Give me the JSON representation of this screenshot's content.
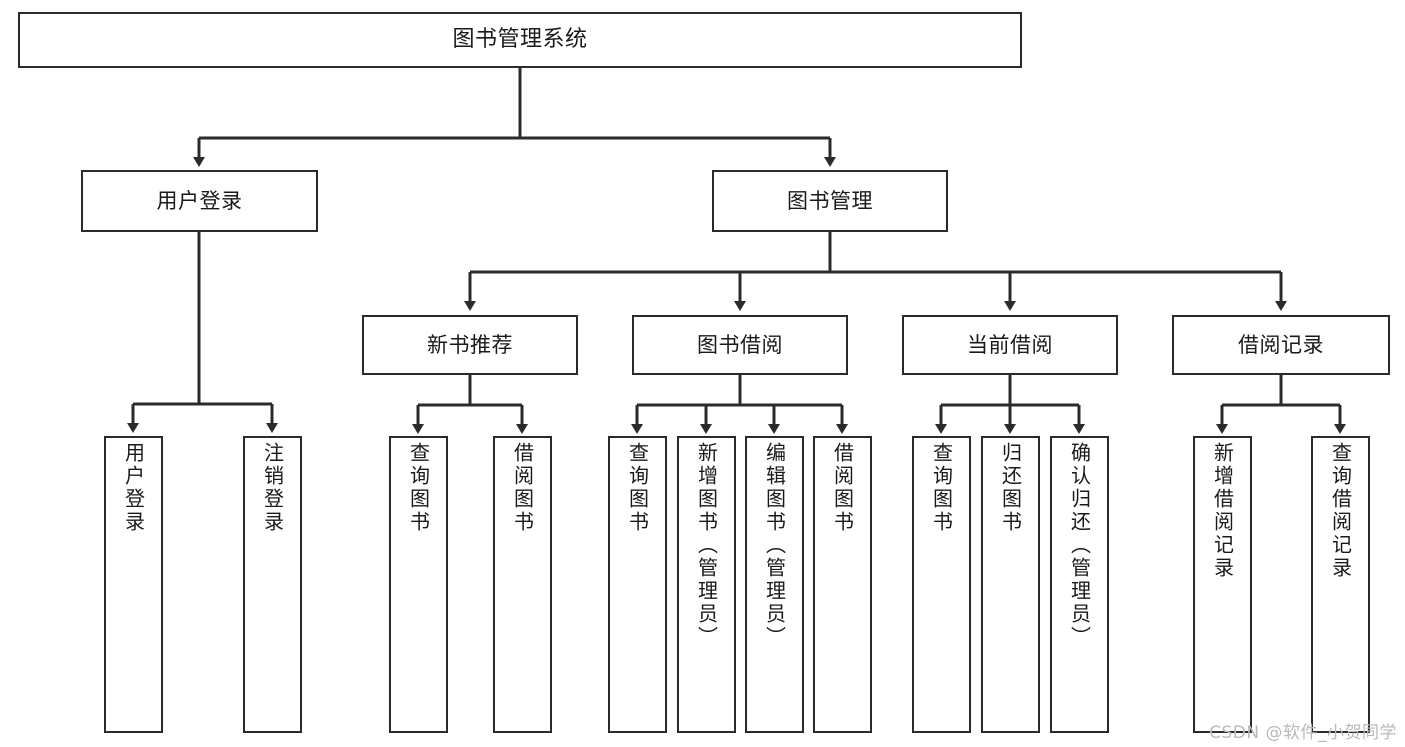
{
  "diagram": {
    "title": "图书管理系统",
    "type": "tree",
    "colors": {
      "box_border": "#2b2b2b",
      "box_fill": "#ffffff",
      "connector": "#2b2b2b",
      "text": "#1a1a1a",
      "watermark": "#b9b9b9"
    },
    "root": {
      "label": "图书管理系统"
    },
    "level2": [
      {
        "label": "用户登录"
      },
      {
        "label": "图书管理"
      }
    ],
    "level3": [
      {
        "label": "新书推荐"
      },
      {
        "label": "图书借阅"
      },
      {
        "label": "当前借阅"
      },
      {
        "label": "借阅记录"
      }
    ],
    "leaves": {
      "user_login": [
        {
          "label": "用户登录"
        },
        {
          "label": "注销登录"
        }
      ],
      "new_book_recommend": [
        {
          "label": "查询图书"
        },
        {
          "label": "借阅图书"
        }
      ],
      "book_borrow": [
        {
          "label": "查询图书"
        },
        {
          "label": "新增图书（管理员）"
        },
        {
          "label": "编辑图书（管理员）"
        },
        {
          "label": "借阅图书"
        }
      ],
      "current_borrow": [
        {
          "label": "查询图书"
        },
        {
          "label": "归还图书"
        },
        {
          "label": "确认归还（管理员）"
        }
      ],
      "borrow_record": [
        {
          "label": "新增借阅记录"
        },
        {
          "label": "查询借阅记录"
        }
      ]
    }
  },
  "watermark": {
    "text": "CSDN @软件_小贺同学"
  }
}
